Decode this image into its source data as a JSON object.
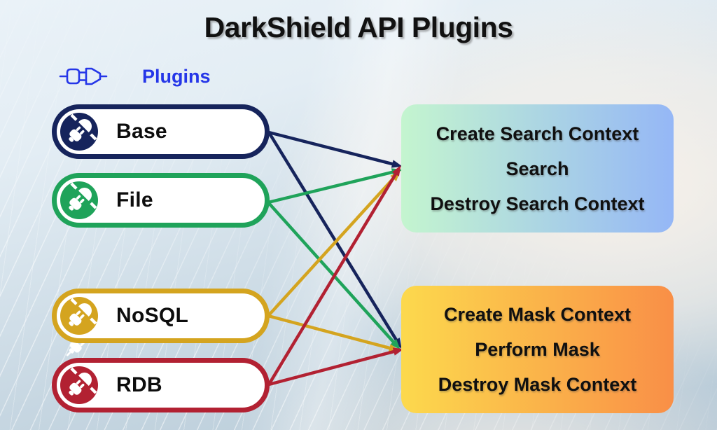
{
  "title": "DarkShield API Plugins",
  "legend": {
    "label": "Plugins",
    "color": "#2536e8"
  },
  "plugins": [
    {
      "id": "base",
      "label": "Base",
      "color": "#16245c"
    },
    {
      "id": "file",
      "label": "File",
      "color": "#1fa35a"
    },
    {
      "id": "nosql",
      "label": "NoSQL",
      "color": "#d4a41f"
    },
    {
      "id": "rdb",
      "label": "RDB",
      "color": "#b22132"
    }
  ],
  "api_groups": [
    {
      "id": "search",
      "lines": [
        "Create Search Context",
        "Search",
        "Destroy Search Context"
      ],
      "gradient_start": "#c4f5cf",
      "gradient_end": "#95b7f6"
    },
    {
      "id": "mask",
      "lines": [
        "Create Mask Context",
        "Perform Mask",
        "Destroy Mask Context"
      ],
      "gradient_start": "#fcd94d",
      "gradient_end": "#f98f47"
    }
  ],
  "connections": [
    {
      "from": "base",
      "to": "search"
    },
    {
      "from": "base",
      "to": "mask"
    },
    {
      "from": "file",
      "to": "search"
    },
    {
      "from": "file",
      "to": "mask"
    },
    {
      "from": "nosql",
      "to": "search"
    },
    {
      "from": "nosql",
      "to": "mask"
    },
    {
      "from": "rdb",
      "to": "search"
    },
    {
      "from": "rdb",
      "to": "mask"
    }
  ]
}
